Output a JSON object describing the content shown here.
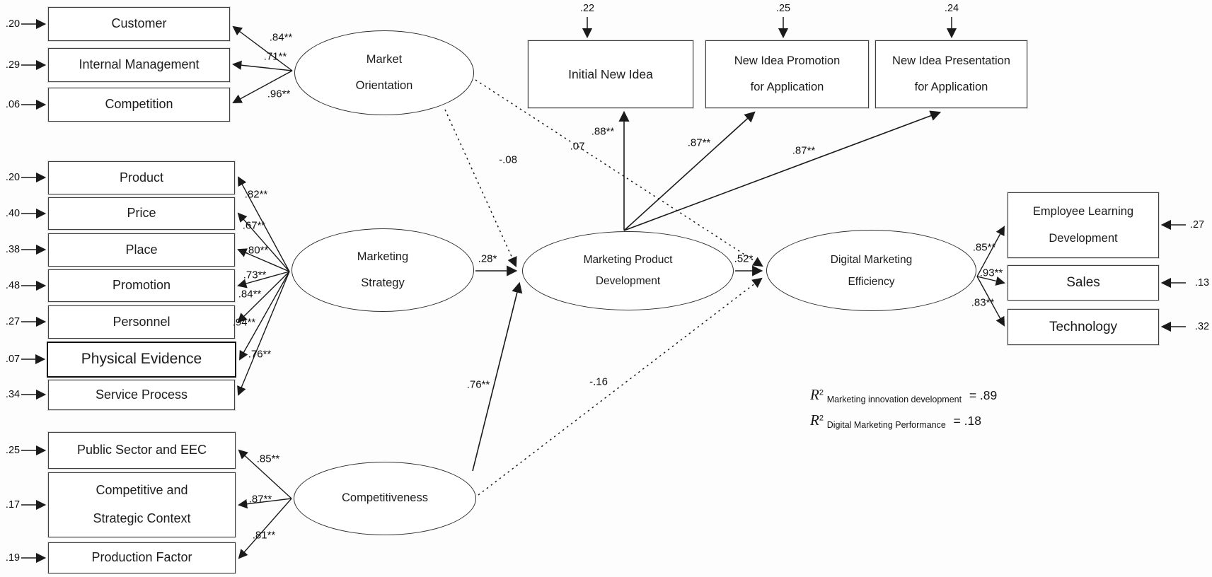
{
  "mo": {
    "label": "Market\nOrientation",
    "indicators": [
      {
        "label": "Customer",
        "residual": ".20",
        "loading": ".84**"
      },
      {
        "label": "Internal Management",
        "residual": ".29",
        "loading": ".71**"
      },
      {
        "label": "Competition",
        "residual": ".06",
        "loading": ".96**"
      }
    ]
  },
  "ms": {
    "label": "Marketing\nStrategy",
    "indicators": [
      {
        "label": "Product",
        "residual": ".20",
        "loading": ".82**"
      },
      {
        "label": "Price",
        "residual": ".40",
        "loading": ".67**"
      },
      {
        "label": "Place",
        "residual": ".38",
        "loading": ".80**"
      },
      {
        "label": "Promotion",
        "residual": ".48",
        "loading": ".73**"
      },
      {
        "label": "Personnel",
        "residual": ".27",
        "loading": ".84**"
      },
      {
        "label": "Physical Evidence",
        "residual": ".07",
        "loading": ".94**"
      },
      {
        "label": "Service Process",
        "residual": ".34",
        "loading": ".76**"
      }
    ]
  },
  "comp": {
    "label": "Competitiveness",
    "indicators": [
      {
        "label": "Public Sector and EEC",
        "residual": ".25",
        "loading": ".85**"
      },
      {
        "label": "Competitive and\nStrategic Context",
        "residual": ".17",
        "loading": ".87**"
      },
      {
        "label": "Production Factor",
        "residual": ".19",
        "loading": ".81**"
      }
    ]
  },
  "mpd": {
    "label": "Marketing Product\nDevelopment",
    "indicators": [
      {
        "label": "Initial New Idea",
        "residual": ".22",
        "loading": ".88**"
      },
      {
        "label": "New Idea Promotion\nfor Application",
        "residual": ".25",
        "loading": ".87**"
      },
      {
        "label": "New Idea Presentation\nfor Application",
        "residual": ".24",
        "loading": ".87**"
      }
    ]
  },
  "dme": {
    "label": "Digital Marketing\nEfficiency",
    "indicators": [
      {
        "label": "Employee Learning\nDevelopment",
        "residual": ".27",
        "loading": ".85**"
      },
      {
        "label": "Sales",
        "residual": ".13",
        "loading": ".93**"
      },
      {
        "label": "Technology",
        "residual": ".32",
        "loading": ".83**"
      }
    ]
  },
  "paths": {
    "mo_mpd": {
      "coefficient": "-.08",
      "style": "dashed"
    },
    "mo_dme": {
      "coefficient": ".07",
      "style": "dashed"
    },
    "ms_mpd": {
      "coefficient": ".28*",
      "style": "solid"
    },
    "comp_mpd": {
      "coefficient": ".76**",
      "style": "solid"
    },
    "comp_dme": {
      "coefficient": "-.16",
      "style": "dashed"
    },
    "mpd_dme": {
      "coefficient": ".52*",
      "style": "solid"
    }
  },
  "annotations": {
    "r2": [
      {
        "symbol": "R",
        "power": "2",
        "label": "Marketing innovation development",
        "value": "= .89"
      },
      {
        "symbol": "R",
        "power": "2",
        "label": "Digital Marketing Performance",
        "value": "= .18"
      }
    ]
  },
  "colors": {
    "line": "#1a1a1a",
    "background": "#fdfdfd",
    "text": "#1c1c1c"
  }
}
